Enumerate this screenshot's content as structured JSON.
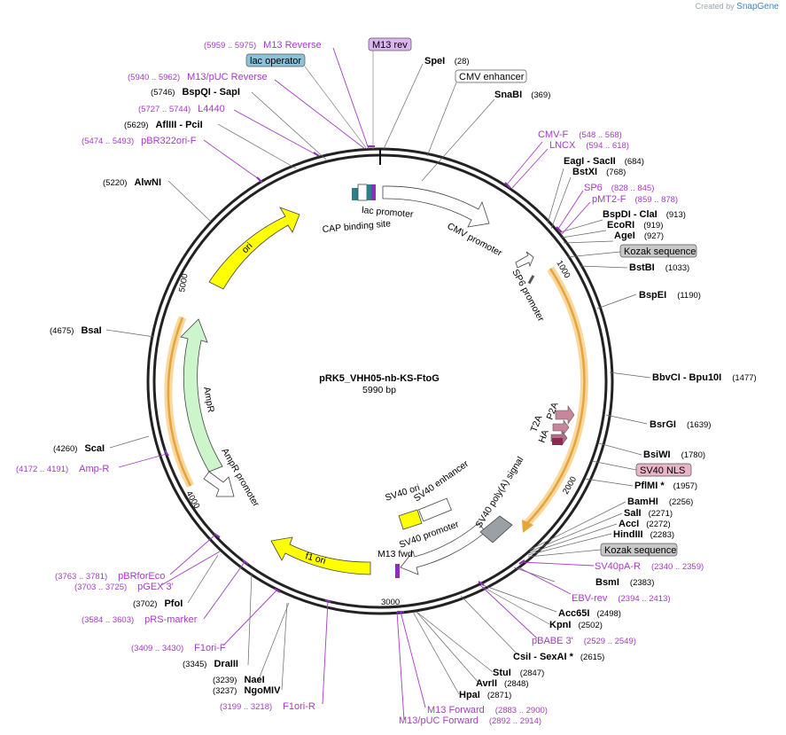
{
  "branding": {
    "created_by": "Created by",
    "product": "SnapGene"
  },
  "plasmid": {
    "name": "pRK5_VHH05-nb-KS-FtoG",
    "length_label": "5990 bp"
  },
  "ticks": [
    "1000",
    "2000",
    "3000",
    "4000",
    "5000"
  ],
  "sites": [
    {
      "id": "site-spei",
      "name": "SpeI",
      "pos": "(28)"
    },
    {
      "id": "site-snabi",
      "name": "SnaBI",
      "pos": "(369)"
    },
    {
      "id": "site-eagi",
      "name": "EagI",
      "suffix": " - SacII",
      "pos": "(684)"
    },
    {
      "id": "site-bstxi",
      "name": "BstXI",
      "pos": "(768)"
    },
    {
      "id": "site-bspdi",
      "name": "BspDI",
      "suffix": " - ClaI",
      "pos": "(913)"
    },
    {
      "id": "site-ecori",
      "name": "EcoRI",
      "pos": "(919)"
    },
    {
      "id": "site-agei",
      "name": "AgeI",
      "pos": "(927)"
    },
    {
      "id": "site-bstbi",
      "name": "BstBI",
      "pos": "(1033)"
    },
    {
      "id": "site-bspei",
      "name": "BspEI",
      "pos": "(1190)"
    },
    {
      "id": "site-bbvci",
      "name": "BbvCI",
      "suffix": " - Bpu10I",
      "pos": "(1477)"
    },
    {
      "id": "site-bsrgi",
      "name": "BsrGI",
      "pos": "(1639)"
    },
    {
      "id": "site-bsiwi",
      "name": "BsiWI",
      "pos": "(1780)"
    },
    {
      "id": "site-pflmi",
      "name": "PflMI *",
      "pos": "(1957)"
    },
    {
      "id": "site-bamhi",
      "name": "BamHI",
      "pos": "(2256)"
    },
    {
      "id": "site-sali",
      "name": "SalI",
      "pos": "(2271)"
    },
    {
      "id": "site-acci",
      "name": "AccI",
      "pos": "(2272)"
    },
    {
      "id": "site-hindiii",
      "name": "HindIII",
      "pos": "(2283)"
    },
    {
      "id": "site-bsmi",
      "name": "BsmI",
      "pos": "(2383)"
    },
    {
      "id": "site-acc65i",
      "name": "Acc65I",
      "pos": "(2498)"
    },
    {
      "id": "site-kpni",
      "name": "KpnI",
      "pos": "(2502)"
    },
    {
      "id": "site-csii",
      "name": "CsiI",
      "suffix": " - SexAI *",
      "pos": "(2615)"
    },
    {
      "id": "site-stui",
      "name": "StuI",
      "pos": "(2847)"
    },
    {
      "id": "site-avrii",
      "name": "AvrII",
      "pos": "(2848)"
    },
    {
      "id": "site-hpai",
      "name": "HpaI",
      "pos": "(2871)"
    },
    {
      "id": "site-drai",
      "name": "DraIII",
      "pos": "(3345)"
    },
    {
      "id": "site-naei",
      "name": "NaeI",
      "pos": "(3239)"
    },
    {
      "id": "site-ngomiv",
      "name": "NgoMIV",
      "pos": "(3237)"
    },
    {
      "id": "site-pfoi",
      "name": "PfoI",
      "pos": "(3702)"
    },
    {
      "id": "site-scai",
      "name": "ScaI",
      "pos": "(4260)"
    },
    {
      "id": "site-bsai",
      "name": "BsaI",
      "pos": "(4675)"
    },
    {
      "id": "site-alwni",
      "name": "AlwNI",
      "pos": "(5220)"
    },
    {
      "id": "site-aflii",
      "name": "AflIII",
      "suffix": " - PciI",
      "pos": "(5629)"
    },
    {
      "id": "site-bspqi",
      "name": "BspQI",
      "suffix": " - SapI",
      "pos": "(5746)"
    }
  ],
  "primers": [
    {
      "id": "primer-m13-reverse",
      "name": "M13 Reverse",
      "pos": "(5959 .. 5975)"
    },
    {
      "id": "primer-m13puc-reverse",
      "name": "M13/pUC Reverse",
      "pos": "(5940 .. 5962)"
    },
    {
      "id": "primer-l4440",
      "name": "L4440",
      "pos": "(5727 .. 5744)"
    },
    {
      "id": "primer-pbr322ori",
      "name": "pBR322ori-F",
      "pos": "(5474 .. 5493)"
    },
    {
      "id": "primer-cmv-f",
      "name": "CMV-F",
      "pos": "(548 .. 568)"
    },
    {
      "id": "primer-lncx",
      "name": "LNCX",
      "pos": "(594 .. 618)"
    },
    {
      "id": "primer-sp6",
      "name": "SP6",
      "pos": "(828 .. 845)"
    },
    {
      "id": "primer-pmt2",
      "name": "pMT2-F",
      "pos": "(859 .. 878)"
    },
    {
      "id": "primer-sv40pa-r",
      "name": "SV40pA-R",
      "pos": "(2340 .. 2359)"
    },
    {
      "id": "primer-ebv-rev",
      "name": "EBV-rev",
      "pos": "(2394 .. 2413)"
    },
    {
      "id": "primer-pbabe3",
      "name": "pBABE 3'",
      "pos": "(2529 .. 2549)"
    },
    {
      "id": "primer-m13-forward",
      "name": "M13 Forward",
      "pos": "(2883 .. 2900)"
    },
    {
      "id": "primer-m13puc-forward",
      "name": "M13/pUC Forward",
      "pos": "(2892 .. 2914)"
    },
    {
      "id": "primer-f1ori-r",
      "name": "F1ori-R",
      "pos": "(3199 .. 3218)"
    },
    {
      "id": "primer-f1ori-f",
      "name": "F1ori-F",
      "pos": "(3409 .. 3430)"
    },
    {
      "id": "primer-prs-marker",
      "name": "pRS-marker",
      "pos": "(3584 .. 3603)"
    },
    {
      "id": "primer-pgex3",
      "name": "pGEX 3'",
      "pos": "(3703 .. 3725)"
    },
    {
      "id": "primer-pbrforeco",
      "name": "pBRforEco",
      "pos": "(3763 .. 3781)"
    },
    {
      "id": "primer-amp-r",
      "name": "Amp-R",
      "pos": "(4172 .. 4191)"
    }
  ],
  "badges": [
    {
      "id": "badge-m13-rev",
      "text": "M13 rev",
      "color": "#dcb4f0"
    },
    {
      "id": "badge-lac-operator",
      "text": "lac operator",
      "color": "#8cc3d8"
    },
    {
      "id": "badge-cmv-enhancer",
      "text": "CMV enhancer",
      "color": "#ffffff"
    },
    {
      "id": "badge-kozak-1",
      "text": "Kozak sequence",
      "color": "#c8c8c8"
    },
    {
      "id": "badge-sv40-nls",
      "text": "SV40 NLS",
      "color": "#e8b4c8"
    },
    {
      "id": "badge-kozak-2",
      "text": "Kozak sequence",
      "color": "#c8c8c8"
    }
  ],
  "features": {
    "lac_promoter": "lac promoter",
    "cap_site": "CAP binding site",
    "cmv_promoter": "CMV promoter",
    "sp6_promoter": "SP6 promoter",
    "t2a": "T2A",
    "p2a": "P2A",
    "ha": "HA",
    "sv40_polya": "SV40 poly(A) signal",
    "sv40_ori": "SV40 ori",
    "sv40_enhancer": "SV40 enhancer",
    "sv40_promoter": "SV40 promoter",
    "m13_fwd": "M13 fwd",
    "f1_ori": "f1 ori",
    "ampr": "AmpR",
    "ampr_promoter": "AmpR promoter",
    "ori": "ori"
  },
  "colors": {
    "primer": "#a43cc4",
    "ori_fill": "#ffff00",
    "ampr_fill": "#ccf5cc",
    "orf_orange": "#e8a33a",
    "polya_gray": "#9aa0a6",
    "tag_pink": "#c8869c",
    "lac_op": "#2e7f8c",
    "m13_purple": "#8b2fb8"
  }
}
